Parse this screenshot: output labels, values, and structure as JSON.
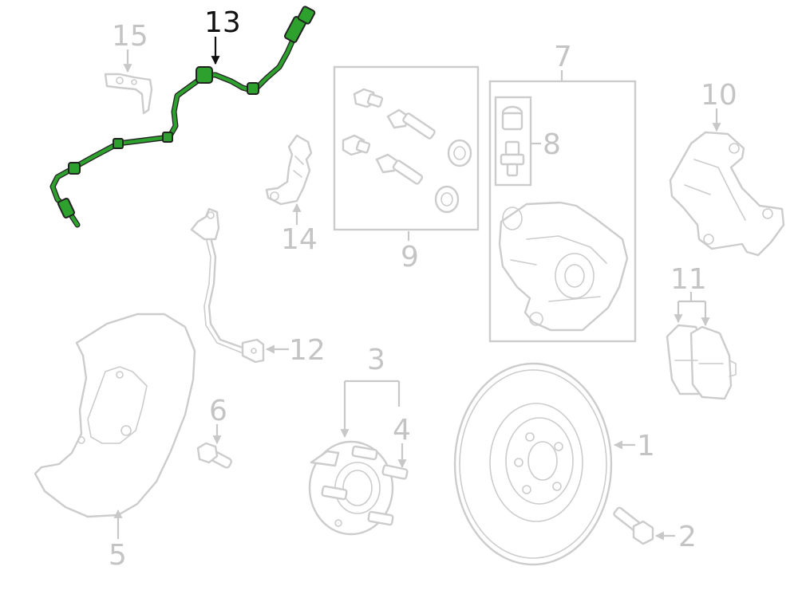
{
  "diagram": {
    "highlight_color": "#2ea02e",
    "muted_color": "#cccccc",
    "highlighted_callout": "13",
    "callouts": {
      "c1": "1",
      "c2": "2",
      "c3": "3",
      "c4": "4",
      "c5": "5",
      "c6": "6",
      "c7": "7",
      "c8": "8",
      "c9": "9",
      "c10": "10",
      "c11": "11",
      "c12": "12",
      "c13": "13",
      "c14": "14",
      "c15": "15"
    }
  }
}
